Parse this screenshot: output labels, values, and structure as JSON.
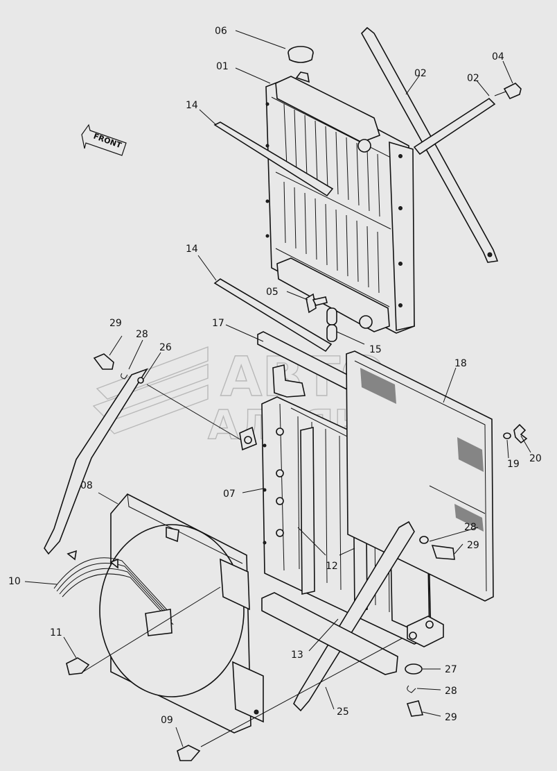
{
  "watermark": {
    "line1": "АВТО",
    "line2": "АЛЬЯНС"
  },
  "front_marker": "FRONT",
  "callouts": {
    "c01": "01",
    "c02a": "02",
    "c02b": "02",
    "c04": "04",
    "c05": "05",
    "c06": "06",
    "c07": "07",
    "c08": "08",
    "c09": "09",
    "c10": "10",
    "c11": "11",
    "c12": "12",
    "c13": "13",
    "c14a": "14",
    "c14b": "14",
    "c15": "15",
    "c17": "17",
    "c18": "18",
    "c19": "19",
    "c20": "20",
    "c25": "25",
    "c26": "26",
    "c27": "27",
    "c28a": "28",
    "c28b": "28",
    "c28c": "28",
    "c29a": "29",
    "c29b": "29",
    "c29c": "29"
  }
}
